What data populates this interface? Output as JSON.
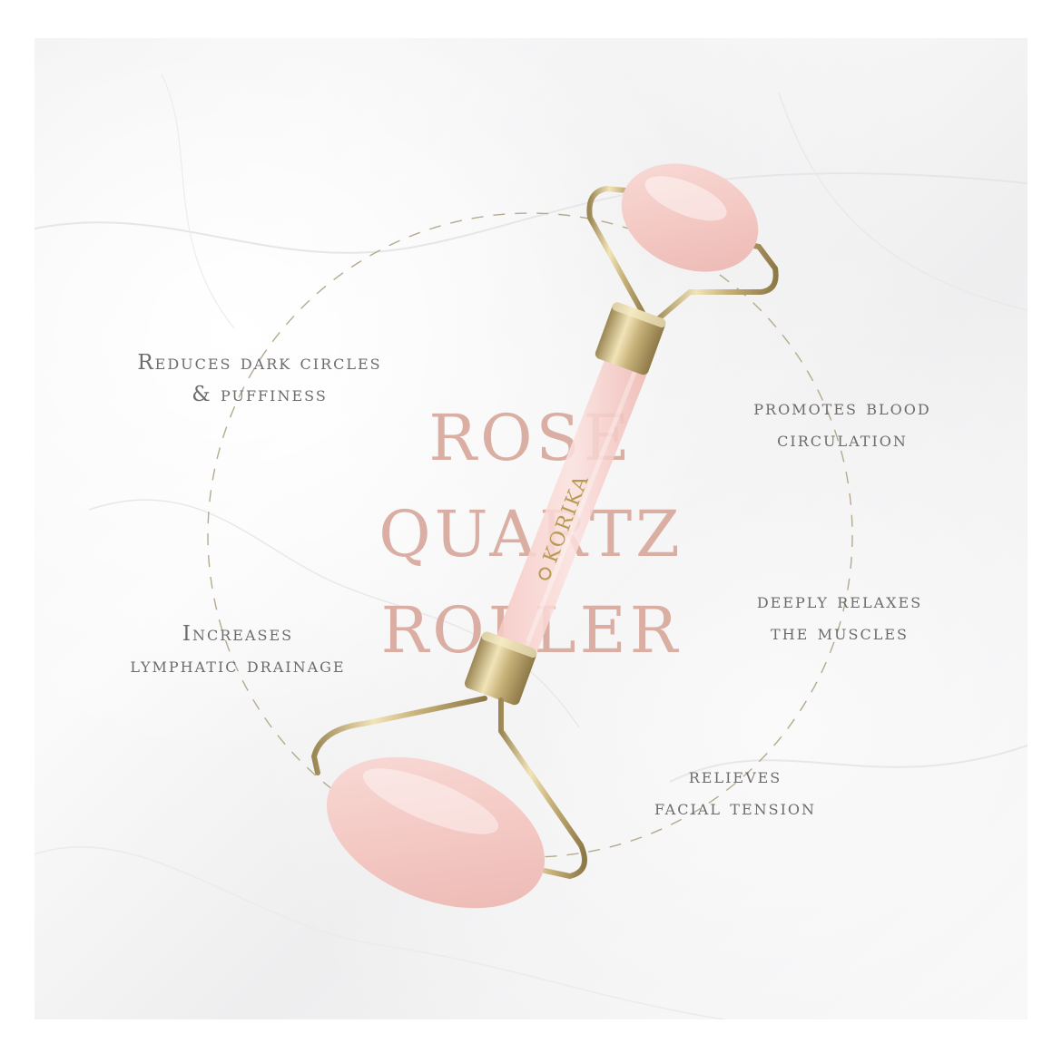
{
  "title": {
    "line1": "ROSE",
    "line2": "QUARTZ",
    "line3": "ROLLER"
  },
  "brand": "KORIKA",
  "benefits": {
    "dark_circles": {
      "line1": "Reduces dark circles",
      "line2": "& puffiness"
    },
    "lymphatic": {
      "line1": "Increases",
      "line2": "lymphatic drainage"
    },
    "blood": {
      "line1": "promotes blood",
      "line2": "circulation"
    },
    "relax": {
      "line1": "deeply relaxes",
      "line2": "the muscles"
    },
    "facial": {
      "line1": "relieves",
      "line2": "facial tension"
    }
  },
  "colors": {
    "title": "#d8a89c",
    "text": "#6e6c6b",
    "gold": "#c8b27a",
    "rose_quartz": "#f4c9c4",
    "marble": "#f3f3f4"
  },
  "icons": {
    "brand_logo": "korika-leaf-icon"
  }
}
